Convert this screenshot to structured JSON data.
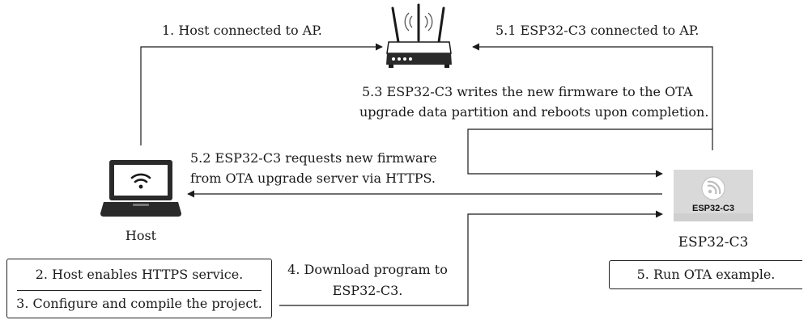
{
  "labels": {
    "step1": "1. Host connected to AP.",
    "step5_1": "5.1 ESP32-C3 connected to AP.",
    "step5_3_line1": "5.3 ESP32-C3 writes the new firmware to  the OTA",
    "step5_3_line2": "upgrade data partition and reboots upon completion.",
    "step5_2_line1": "5.2 ESP32-C3 requests new firmware",
    "step5_2_line2": "from OTA upgrade server via HTTPS.",
    "step4_line1": "4. Download program to",
    "step4_line2": "ESP32-C3.",
    "step2": "2. Host enables HTTPS service.",
    "step3": "3. Configure and compile the project.",
    "step5": "5. Run OTA example."
  },
  "nodes": {
    "host_label": "Host",
    "chip_label": "ESP32-C3",
    "chip_marking": "ESP32-C3",
    "router_icon": "wifi-router-icon",
    "laptop_icon": "laptop-wifi-icon",
    "chip_icon": "esp32-chip-icon"
  },
  "colors": {
    "line": "#1a1a1a",
    "chip_body": "#d9d9d9",
    "chip_logo": "#ffffff"
  }
}
